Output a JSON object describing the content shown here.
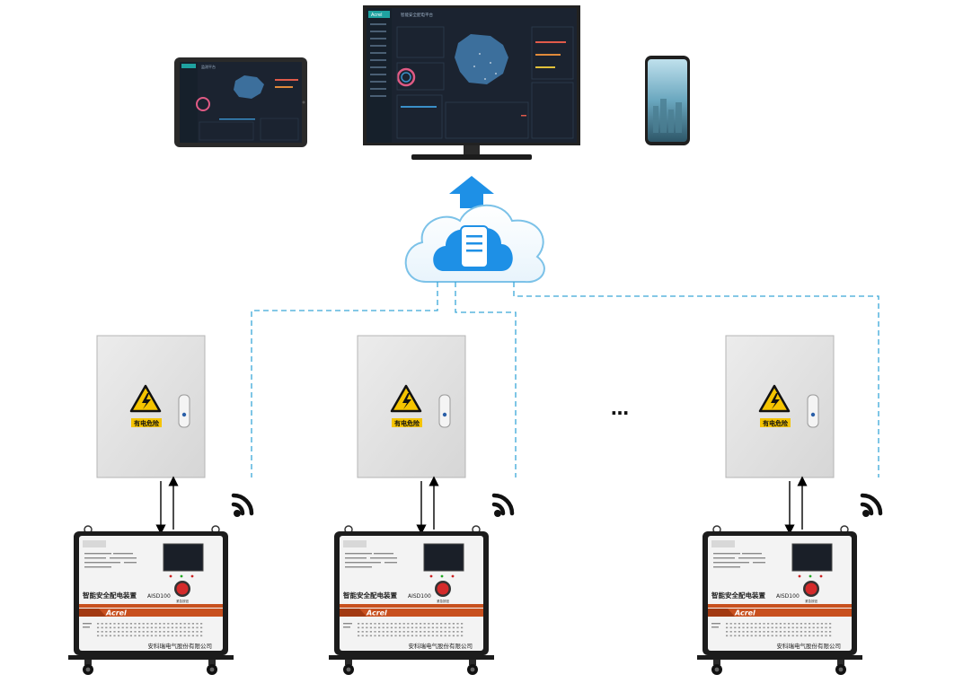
{
  "devices": {
    "tablet": {
      "screen_title": "监测平台"
    },
    "monitor": {
      "logo_text": "Acrel",
      "screen_title": "智能安全配电平台"
    },
    "phone": {}
  },
  "cloud": {
    "icon": "server-icon"
  },
  "upload_arrow": {
    "color": "#1e90e6"
  },
  "ellipsis": "…",
  "cabinets": [
    {
      "warning_label": "有电危险",
      "device_name": "智能安全配电装置",
      "model": "AISD100",
      "brand": "Acrel",
      "company": "安科瑞电气股份有限公司",
      "button_label": "紧急按钮"
    },
    {
      "warning_label": "有电危险",
      "device_name": "智能安全配电装置",
      "model": "AISD100",
      "brand": "Acrel",
      "company": "安科瑞电气股份有限公司",
      "button_label": "紧急按钮"
    },
    {
      "warning_label": "有电危险",
      "device_name": "智能安全配电装置",
      "model": "AISD100",
      "brand": "Acrel",
      "company": "安科瑞电气股份有限公司",
      "button_label": "紧急按钮"
    }
  ],
  "colors": {
    "link_dashed": "#3aa8d8",
    "cloud_fill": "#1e90e6",
    "acrel_orange": "#c8501e",
    "warning_yellow": "#f5c400",
    "dashboard_bg": "#1b2330"
  }
}
